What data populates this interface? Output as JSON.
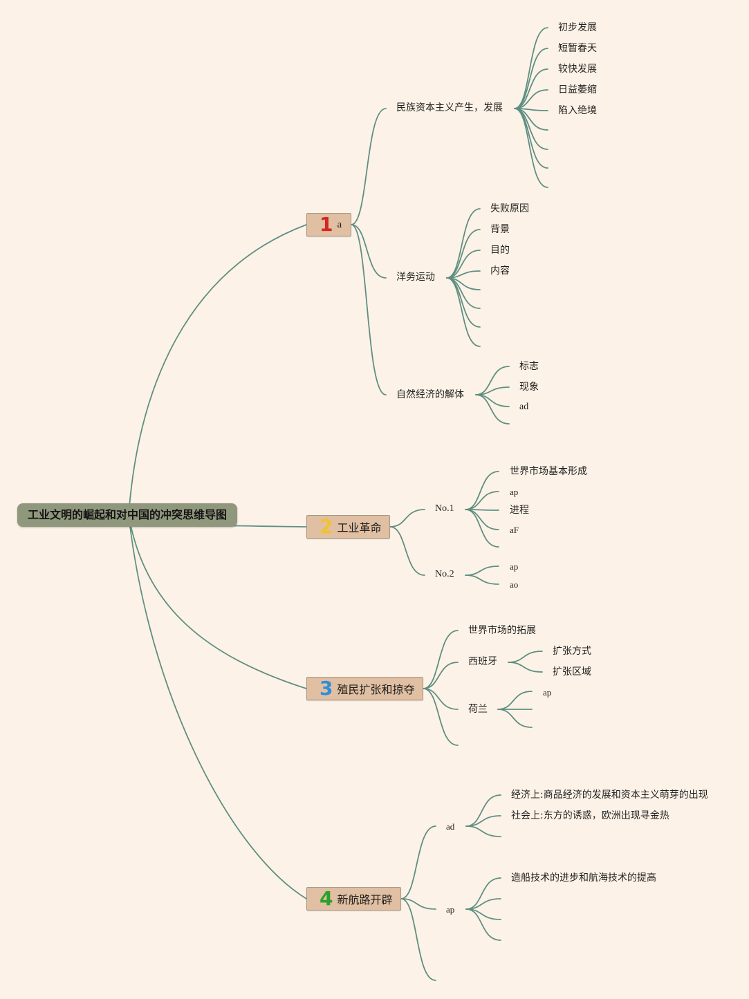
{
  "title": "工业文明的崛起和对中国的冲突思维导图",
  "colors": {
    "background": "#fdf2e7",
    "links": "#5e8f82",
    "root": "#8f977c",
    "main_nodes": "#e0bfa2"
  },
  "branches": [
    {
      "number": "1",
      "number_color": "#d42424",
      "label": "a",
      "children": [
        {
          "label": "民族资本主义产生，发展",
          "children": [
            "初步发展",
            "短暂春天",
            "较快发展",
            "日益萎缩",
            "陷入绝境",
            "",
            "",
            "",
            ""
          ]
        },
        {
          "label": "洋务运动",
          "children": [
            "失败原因",
            "背景",
            "目的",
            "内容",
            "",
            "",
            "",
            ""
          ]
        },
        {
          "label": "自然经济的解体",
          "children": [
            "标志",
            "现象",
            "ad",
            ""
          ]
        }
      ]
    },
    {
      "number": "2",
      "number_color": "#f1c232",
      "label": "工业革命",
      "children": [
        {
          "label": "No.1",
          "children": [
            "世界市场基本形成",
            "ap",
            "进程",
            "aF",
            ""
          ]
        },
        {
          "label": "No.2",
          "children": [
            "ap",
            "ao"
          ]
        }
      ]
    },
    {
      "number": "3",
      "number_color": "#2f8fd8",
      "label": "殖民扩张和掠夺",
      "children": [
        {
          "label": "世界市场的拓展",
          "children": []
        },
        {
          "label": "西班牙",
          "children": [
            "扩张方式",
            "扩张区域"
          ]
        },
        {
          "label": "荷兰",
          "children": [
            "ap",
            "",
            ""
          ]
        },
        {
          "label": "",
          "children": []
        }
      ]
    },
    {
      "number": "4",
      "number_color": "#2ca02c",
      "label": "新航路开辟",
      "children": [
        {
          "label": "ad",
          "children": [
            "经济上:商品经济的发展和资本主义萌芽的出现",
            "社会上:东方的诱惑，欧洲出现寻金热",
            ""
          ]
        },
        {
          "label": "ap",
          "children": [
            "造船技术的进步和航海技术的提高",
            "",
            "",
            ""
          ]
        },
        {
          "label": "",
          "children": []
        }
      ]
    }
  ]
}
